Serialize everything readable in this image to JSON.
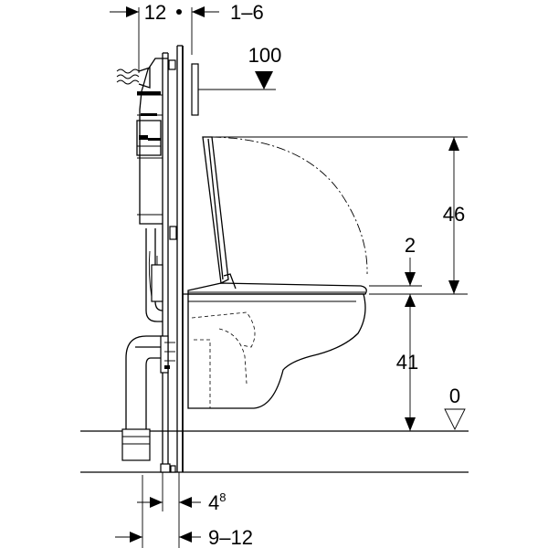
{
  "dimensions": {
    "top_offset": "12",
    "top_range": "1–6",
    "flush_plate": "100",
    "seat_height": "46",
    "seat_gap": "2",
    "bowl_height": "41",
    "floor_level": "0",
    "bottom_thickness_base": "4",
    "bottom_thickness_sup": "8",
    "bottom_range": "9–12"
  }
}
